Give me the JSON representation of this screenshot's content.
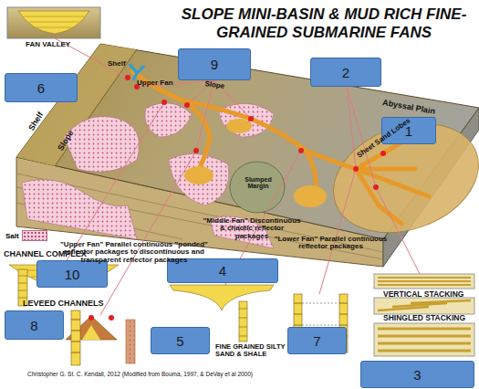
{
  "diagram": {
    "title": "SLOPE MINI-BASIN & MUD RICH FINE-GRAINED SUBMARINE FANS",
    "nodes": [
      {
        "text": [
          "9"
        ]
      },
      {
        "text": [
          "2"
        ]
      },
      {
        "text": [
          "6"
        ]
      },
      {
        "text": [
          "1"
        ]
      },
      {
        "text": [
          "4"
        ]
      },
      {
        "text": [
          "10"
        ]
      },
      {
        "text": [
          "8"
        ]
      },
      {
        "text": [
          "5"
        ]
      },
      {
        "text": [
          "7"
        ]
      },
      {
        "text": [
          "3"
        ]
      }
    ],
    "labels": [
      "FAN VALLEY",
      "Shelf",
      "Slope",
      "Upper Fan",
      "Abyssal Plain",
      "Shelf",
      "Slope",
      "Sheet Sand Lobes",
      "Slumped Margin",
      "\"Upper Fan\" Parallel continuous \"ponded\" reflector packages to discontinuous and transparent reflector packages",
      "\"Middle Fan\" Discontinuous & chaotic reflector packages",
      "\"Lower Fan\" Parallel continuous reflector packages",
      "CHANNEL COMPLEX",
      "LEVEED CHANNELS",
      "FINE GRAINED SILTY SAND & SHALE",
      "VERTICAL STACKING",
      "SHINGLED STACKING",
      "Christopher G. St. C. Kendall, 2012  (Modified from Bouma, 1997, & DeVay et al 2000)"
    ],
    "legend": [
      {
        "text": "Salt"
      }
    ]
  }
}
